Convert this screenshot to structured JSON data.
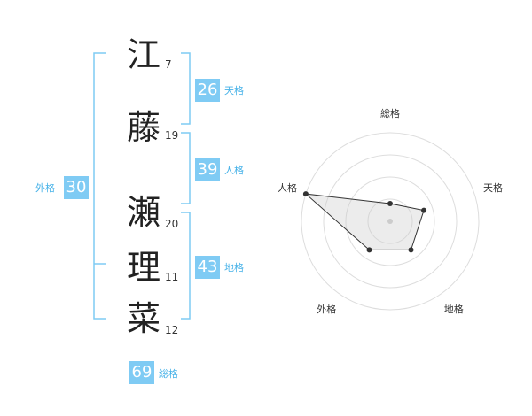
{
  "characters": [
    {
      "char": "江",
      "strokes": "7"
    },
    {
      "char": "藤",
      "strokes": "19"
    },
    {
      "char": "瀬",
      "strokes": "20"
    },
    {
      "char": "理",
      "strokes": "11"
    },
    {
      "char": "菜",
      "strokes": "12"
    }
  ],
  "fortunes": {
    "tenkaku": {
      "value": "26",
      "label": "天格"
    },
    "jinkaku": {
      "value": "39",
      "label": "人格"
    },
    "chikaku": {
      "value": "43",
      "label": "地格"
    },
    "gaikaku": {
      "value": "30",
      "label": "外格"
    },
    "soukaku": {
      "value": "69",
      "label": "総格"
    }
  },
  "colors": {
    "accent": "#7fcbf4",
    "accent_text": "#47b2e8",
    "bracket": "#7fcbf4"
  },
  "chart_data": {
    "type": "radar",
    "axes": [
      "総格",
      "天格",
      "地格",
      "外格",
      "人格"
    ],
    "values": [
      0.2,
      0.4,
      0.4,
      0.4,
      1.0
    ],
    "range": [
      0,
      1
    ],
    "rings": 4
  }
}
